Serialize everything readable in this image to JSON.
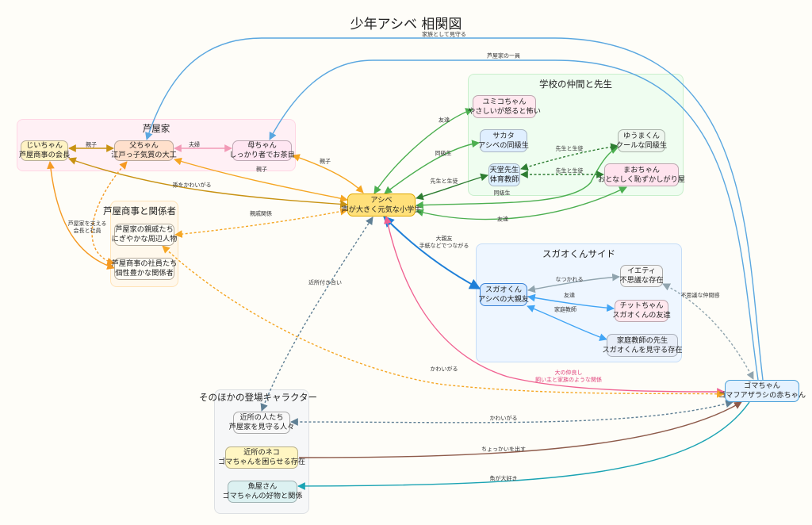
{
  "title": "少年アシベ 相関図",
  "clusters": {
    "ashiya": {
      "title": "芦屋家",
      "bg": "#fff0f5",
      "border": "#ffd6e4"
    },
    "shoji": {
      "title": "芦屋商事と関係者",
      "bg": "#fff8ec",
      "border": "#ffe3b8"
    },
    "school": {
      "title": "学校の仲間と先生",
      "bg": "#effdf0",
      "border": "#c9efcc"
    },
    "sugao": {
      "title": "スガオくんサイド",
      "bg": "#eef6ff",
      "border": "#c6ddf7"
    },
    "others": {
      "title": "そのほかの登場キャラクター",
      "bg": "#f6f7f8",
      "border": "#dde0e3"
    }
  },
  "nodes": {
    "jii": {
      "line1": "じいちゃん",
      "line2": "芦屋商事の会長",
      "bg": "#fff3c4",
      "border": "#b9b09a"
    },
    "chichi": {
      "line1": "父ちゃん",
      "line2": "江戸っ子気質の大工",
      "bg": "#ffe0cc",
      "border": "#b9a79a"
    },
    "haha": {
      "line1": "母ちゃん",
      "line2": "しっかり者でお茶目",
      "bg": "#ffe6f2",
      "border": "#bda8b3"
    },
    "shinseki": {
      "line1": "芦屋家の親戚たち",
      "line2": "にぎやかな周辺人物",
      "bg": "#fffdf6",
      "border": "#b5ab9c"
    },
    "shain": {
      "line1": "芦屋商事の社員たち",
      "line2": "個性豊かな関係者",
      "bg": "#fffdf6",
      "border": "#b5ab9c"
    },
    "ashibe": {
      "line1": "アシベ",
      "line2": "声が大きく元気な小学生",
      "bg": "#ffe07a",
      "border": "#e0a800"
    },
    "yumiko": {
      "line1": "ユミコちゃん",
      "line2": "やさしいが怒ると怖い",
      "bg": "#ffe8ef",
      "border": "#bda8b0"
    },
    "sakata": {
      "line1": "サカタ",
      "line2": "アシベの同級生",
      "bg": "#e0efff",
      "border": "#a9b6c4"
    },
    "tendo": {
      "line1": "天堂先生",
      "line2": "体育教師",
      "bg": "#dcefff",
      "border": "#a9b6c4"
    },
    "yuma": {
      "line1": "ゆうまくん",
      "line2": "クールな同級生",
      "bg": "#eef6ee",
      "border": "#aab4aa"
    },
    "mao": {
      "line1": "まおちゃん",
      "line2": "おとなしく恥ずかしがり屋",
      "bg": "#ffe3ee",
      "border": "#bda8b0"
    },
    "sugao": {
      "line1": "スガオくん",
      "line2": "アシベの大親友",
      "bg": "#d8eaff",
      "border": "#3b82d6"
    },
    "ieti": {
      "line1": "イエティ",
      "line2": "不思議な存在",
      "bg": "#f6f6f6",
      "border": "#aaaaaa"
    },
    "chitto": {
      "line1": "チットちゃん",
      "line2": "スガオくんの友達",
      "bg": "#ffe8ef",
      "border": "#bda8b0"
    },
    "katei": {
      "line1": "家庭教師の先生",
      "line2": "スガオくんを見守る存在",
      "bg": "#e8eef8",
      "border": "#aab0ba"
    },
    "goma": {
      "line1": "ゴマちゃん",
      "line2": "ゴマフアザラシの赤ちゃん",
      "bg": "#e4f2ff",
      "border": "#4a9fd8"
    },
    "kinjo": {
      "line1": "近所の人たち",
      "line2": "芦屋家を見守る人々",
      "bg": "#f8f8f8",
      "border": "#aaaaaa"
    },
    "neko": {
      "line1": "近所のネコ",
      "line2": "ゴマちゃんを困らせる存在",
      "bg": "#fff6c2",
      "border": "#b8b08a"
    },
    "sakanaya": {
      "line1": "魚屋さん",
      "line2": "ゴマちゃんの好物と関係",
      "bg": "#dcf1f1",
      "border": "#a0b4b4"
    }
  },
  "edges": [
    {
      "id": "goma-chichi",
      "label": "家族として見守る",
      "color": "#5aa7e0",
      "style": "solid"
    },
    {
      "id": "goma-haha",
      "label": "芦屋家の一員",
      "color": "#5aa7e0",
      "style": "solid"
    },
    {
      "id": "jii-chichi",
      "label": "親子",
      "color": "#c89212",
      "style": "solid"
    },
    {
      "id": "chichi-haha",
      "label": "夫婦",
      "color": "#f29ab6",
      "style": "solid"
    },
    {
      "id": "haha-ashibe",
      "label": "親子",
      "color": "#f5a623",
      "style": "solid"
    },
    {
      "id": "chichi-ashibe",
      "label": "親子",
      "color": "#f5a623",
      "style": "solid"
    },
    {
      "id": "jii-ashibe",
      "label": "孫をかわいがる",
      "color": "#c89212",
      "style": "solid"
    },
    {
      "id": "ashibe-shinseki",
      "label": "親戚関係",
      "color": "#f5a623",
      "style": "dashed"
    },
    {
      "id": "jii-shain",
      "label": "芦屋家を支える\n会長と社員",
      "color": "#f59a23",
      "style": "solid"
    },
    {
      "id": "chichi-shain",
      "label": "",
      "color": "#f59a23",
      "style": "dashed"
    },
    {
      "id": "ashibe-yumiko",
      "label": "友達",
      "color": "#4caf50",
      "style": "solid"
    },
    {
      "id": "ashibe-sakata",
      "label": "同級生",
      "color": "#4caf50",
      "style": "solid"
    },
    {
      "id": "ashibe-tendo",
      "label": "先生と生徒",
      "color": "#2e7d32",
      "style": "solid"
    },
    {
      "id": "ashibe-yuma",
      "label": "同級生",
      "color": "#4caf50",
      "style": "solid"
    },
    {
      "id": "ashibe-mao",
      "label": "友達",
      "color": "#4caf50",
      "style": "solid"
    },
    {
      "id": "tendo-yuma",
      "label": "先生と生徒",
      "color": "#2e7d32",
      "style": "dashed"
    },
    {
      "id": "tendo-mao",
      "label": "先生と生徒",
      "color": "#2e7d32",
      "style": "dashed"
    },
    {
      "id": "ashibe-sugao",
      "label": "大親友\n手紙などでつながる",
      "color": "#1e7fd8",
      "style": "solid"
    },
    {
      "id": "sugao-ieti",
      "label": "なつかれる",
      "color": "#90a4ae",
      "style": "solid"
    },
    {
      "id": "sugao-chitto",
      "label": "友達",
      "color": "#42a5f5",
      "style": "solid"
    },
    {
      "id": "sugao-katei",
      "label": "家庭教師",
      "color": "#42a5f5",
      "style": "solid"
    },
    {
      "id": "ieti-goma",
      "label": "不思議な仲間感",
      "color": "#90a4ae",
      "style": "dashed"
    },
    {
      "id": "ashibe-goma",
      "label": "大の仲良し\n飼い主と家族のような関係",
      "color": "#f06292",
      "style": "solid"
    },
    {
      "id": "shinseki-goma",
      "label": "かわいがる",
      "color": "#f5a623",
      "style": "dashed"
    },
    {
      "id": "kinjo-ashibe",
      "label": "近所付き合い",
      "color": "#5f7f94",
      "style": "dashed"
    },
    {
      "id": "goma-kinjo",
      "label": "かわいがる",
      "color": "#5f7f94",
      "style": "dashed"
    },
    {
      "id": "neko-goma",
      "label": "ちょっかいを出す",
      "color": "#8d5a4a",
      "style": "solid"
    },
    {
      "id": "goma-sakanaya",
      "label": "魚が大好き",
      "color": "#1aa3b3",
      "style": "solid"
    }
  ]
}
